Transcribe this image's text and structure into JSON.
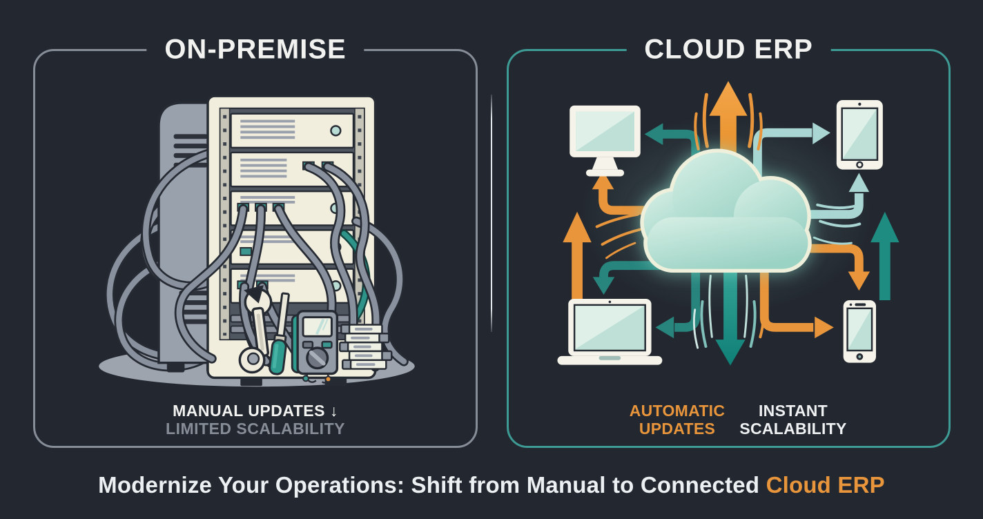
{
  "left_panel": {
    "title": "ON-PREMISE",
    "label_primary": "MANUAL UPDATES ↓",
    "label_secondary": "LIMITED SCALABILITY",
    "border_color": "#878d96",
    "illustration": {
      "name": "tangled-server-rack",
      "elements": [
        "server-cabinet",
        "server-rack-units",
        "tangled-cables",
        "wrench",
        "screwdriver",
        "multimeter",
        "manual-stack",
        "floor-shadow"
      ]
    }
  },
  "right_panel": {
    "title": "CLOUD ERP",
    "label_primary": "AUTOMATIC UPDATES",
    "label_secondary": "INSTANT SCALABILITY",
    "border_color": "#3d9a94",
    "illustration": {
      "name": "cloud-erp-network",
      "center": "cloud",
      "devices": [
        "desktop-monitor",
        "tablet",
        "laptop",
        "smartphone"
      ]
    }
  },
  "caption": {
    "main": "Modernize Your Operations: Shift from Manual to Connected ",
    "highlight": "Cloud ERP"
  },
  "colors": {
    "background": "#232830",
    "panel_border_left": "#878d96",
    "panel_border_right": "#3d9a94",
    "title_text": "#f2f3f1",
    "muted_text": "#878d96",
    "orange": "#e8953c",
    "teal": "#27857e",
    "light_teal": "#a9d6d2",
    "mint": "#bee0d6",
    "cream": "#f1eede",
    "cable_gray": "#8a919e"
  }
}
